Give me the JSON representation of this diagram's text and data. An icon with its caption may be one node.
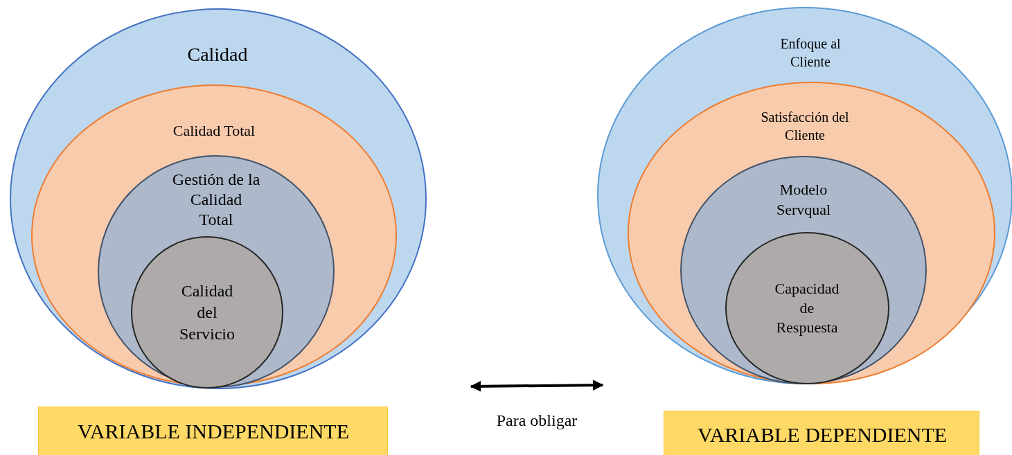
{
  "diagram": {
    "nodes": [
      {
        "text": [
          "Calidad"
        ]
      },
      {
        "text": [
          "Calidad Total"
        ],
        "in": 0
      },
      {
        "text": [
          "Gestión de la Calidad Total"
        ],
        "in": 1
      },
      {
        "text": [
          "Calidad del Servicio"
        ],
        "in": 2
      },
      {
        "text": [
          "Enfoque al Cliente"
        ]
      },
      {
        "text": [
          "Satisfacción del Cliente"
        ],
        "in": 4
      },
      {
        "text": [
          "Modelo Servqual"
        ],
        "in": 5
      },
      {
        "text": [
          "Capacidad de Respuesta"
        ],
        "in": 6
      },
      {
        "text": [
          "VARIABLE INDEPENDIENTE"
        ]
      },
      {
        "text": [
          "VARIABLE DEPENDIENTE"
        ]
      }
    ],
    "labels": [
      "Para obligar"
    ]
  }
}
